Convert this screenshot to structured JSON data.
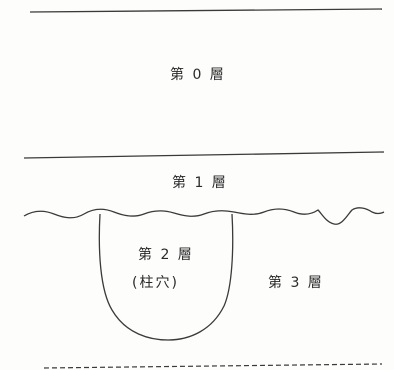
{
  "labels": {
    "layer0": "第 0 層",
    "layer1": "第 1 層",
    "layer2": "第 2 層",
    "layer2_note": "(柱穴)",
    "layer3": "第 3 層"
  },
  "colors": {
    "line": "#3a3a3a",
    "background": "#fdfdfc"
  }
}
